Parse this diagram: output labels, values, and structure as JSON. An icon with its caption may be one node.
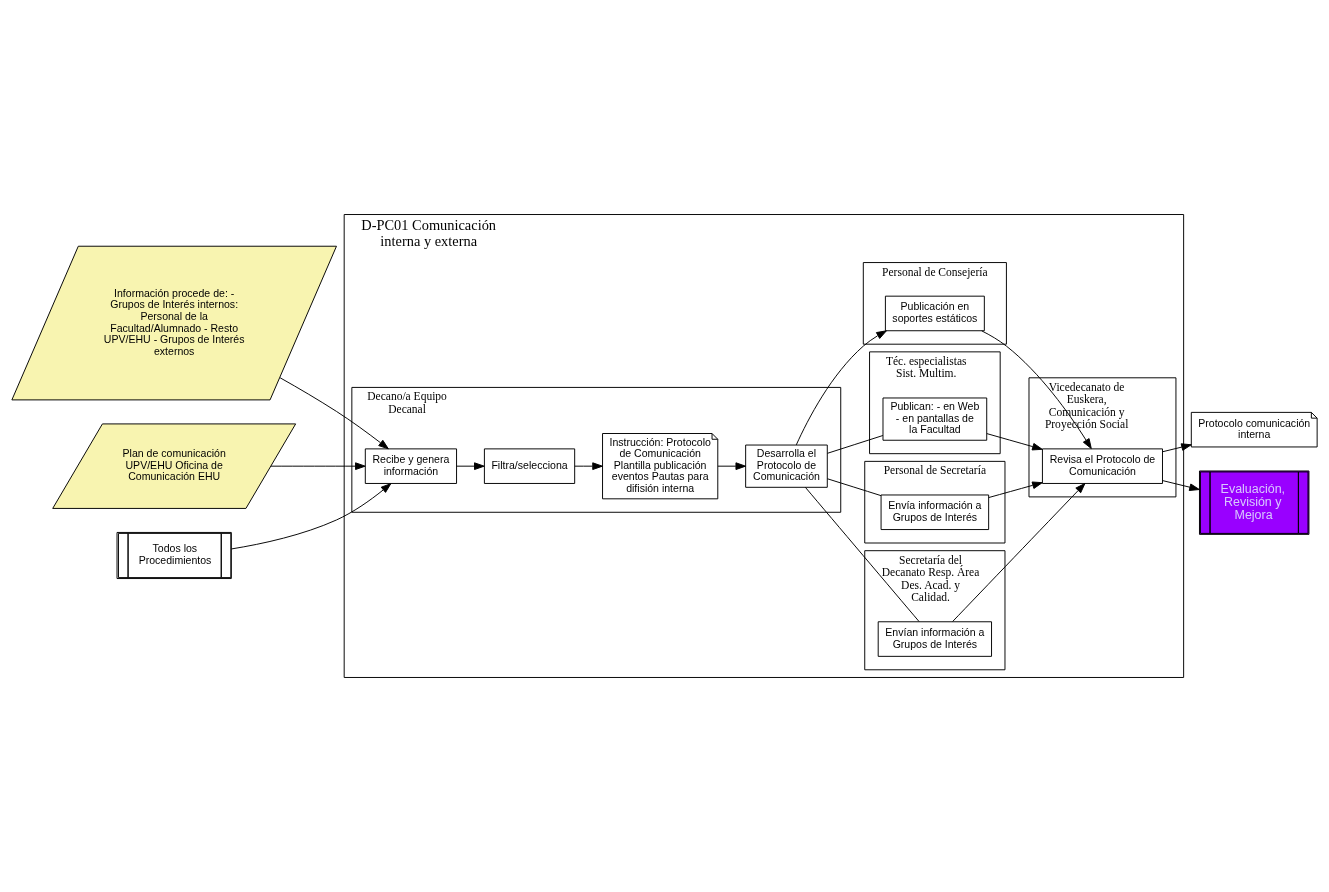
{
  "diagram": {
    "nodes": [
      {
        "text": [
          "D-PC01 Comunicación interna y externa"
        ]
      },
      {
        "text": [
          "Decano/a Equipo Decanal"
        ],
        "in": 0
      },
      {
        "text": [
          "Secretaría del Decanato Resp. Área Des. Acad. y Calidad."
        ],
        "in": 0
      },
      {
        "text": [
          "Personal de Secretaría"
        ],
        "in": 0
      },
      {
        "text": [
          "Téc. especialistas Sist. Multim."
        ],
        "in": 0
      },
      {
        "text": [
          "Personal de Consejería"
        ],
        "in": 0
      },
      {
        "text": [
          "Vicedecanato de Euskera, Comunicación y Proyección Social"
        ],
        "in": 0
      },
      {
        "text": [
          "Información procede de: - Grupos de Interés internos: Personal de la Facultad/Alumnado - Resto UPV/EHU - Grupos de Interés externos"
        ]
      },
      {
        "text": [
          "Plan de comunicación UPV/EHU Oficina de Comunicación EHU"
        ]
      },
      {
        "text": [
          "Todos los Procedimientos"
        ]
      },
      {
        "text": [
          "Recibe y genera información"
        ],
        "in": 1
      },
      {
        "text": [
          "Filtra/selecciona"
        ],
        "in": 1
      },
      {
        "text": [
          "Instrucción: Protocolo de Comunicación Plantilla publicación eventos Pautas para difisión interna"
        ],
        "in": 1
      },
      {
        "text": [
          "Desarrolla el Protocolo de Comunicación"
        ],
        "in": 1
      },
      {
        "text": [
          "Envían información a Grupos de Interés"
        ],
        "in": 2
      },
      {
        "text": [
          "Envía información a Grupos de Interés"
        ],
        "in": 3
      },
      {
        "text": [
          "Publican: - en Web - en pantallas de la Facultad"
        ],
        "in": 4
      },
      {
        "text": [
          "Publicación en soportes estáticos"
        ],
        "in": 5
      },
      {
        "text": [
          "Revisa el Protocolo de Comunicación"
        ],
        "in": 6
      },
      {
        "text": [
          "Protocolo comunicación interna"
        ]
      },
      {
        "text": [
          "Evaluación, Revisión y Mejora"
        ]
      }
    ],
    "edges": [
      {
        "from": 7,
        "to": 10,
        "arrow": "to"
      },
      {
        "from": 8,
        "to": 10,
        "arrow": "to"
      },
      {
        "from": 9,
        "to": 10,
        "arrow": "to"
      },
      {
        "from": 10,
        "to": 11,
        "arrow": "to"
      },
      {
        "from": 11,
        "to": 12,
        "arrow": "to"
      },
      {
        "from": 12,
        "to": 13,
        "arrow": "to"
      },
      {
        "from": 13,
        "to": 14,
        "arrow": "none"
      },
      {
        "from": 13,
        "to": 15,
        "arrow": "none"
      },
      {
        "from": 13,
        "to": 16,
        "arrow": "none"
      },
      {
        "from": 13,
        "to": 17,
        "arrow": "to"
      },
      {
        "from": 14,
        "to": 18,
        "arrow": "to"
      },
      {
        "from": 15,
        "to": 18,
        "arrow": "to"
      },
      {
        "from": 16,
        "to": 18,
        "arrow": "to"
      },
      {
        "from": 17,
        "to": 18,
        "arrow": "to"
      },
      {
        "from": 18,
        "to": 19,
        "arrow": "to"
      },
      {
        "from": 18,
        "to": 20,
        "arrow": "to"
      }
    ]
  }
}
